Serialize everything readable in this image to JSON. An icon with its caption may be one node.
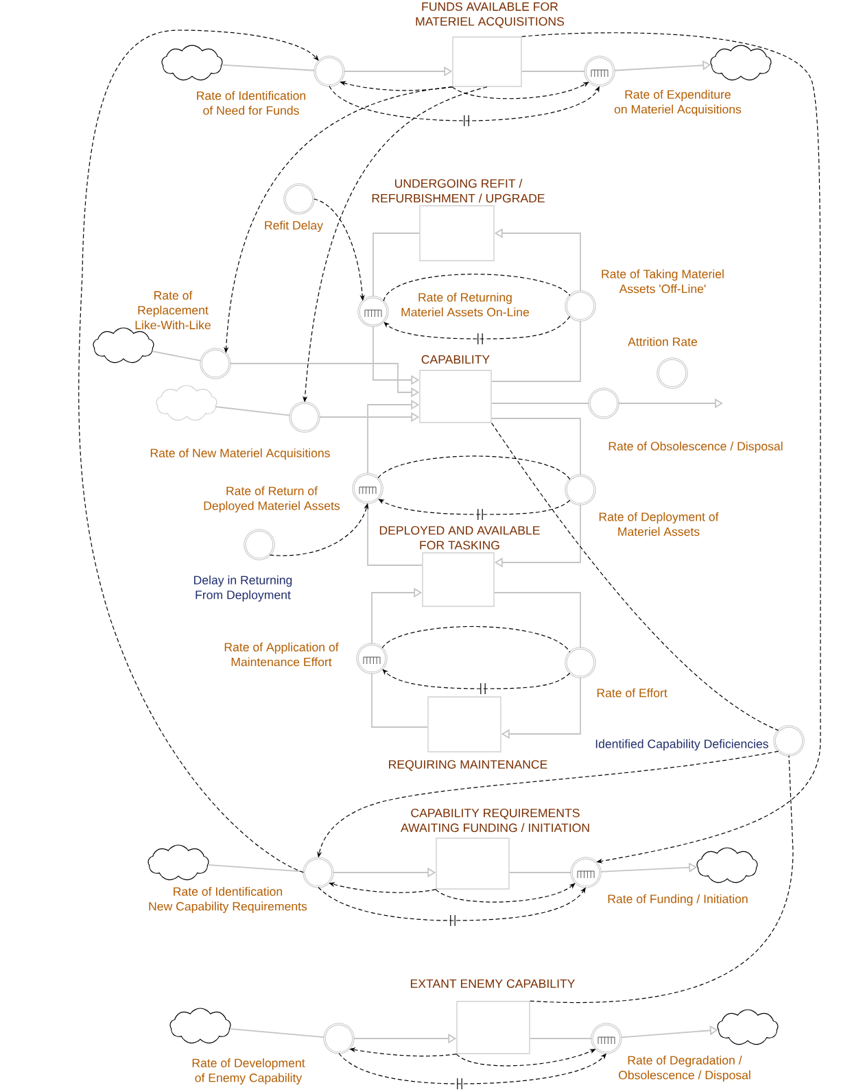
{
  "diagram": {
    "nodes": [
      {
        "text": [
          "FUNDS AVAILABLE FOR MATERIEL ACQUISITIONS"
        ]
      },
      {
        "text": [],
        "shape": "cloud"
      },
      {
        "text": [
          "Rate of Identification of Need for Funds"
        ]
      },
      {
        "text": [
          "Rate of Expenditure on Materiel Acquisitions"
        ]
      },
      {
        "text": [],
        "shape": "cloud"
      },
      {
        "text": [
          "Refit Delay"
        ]
      },
      {
        "text": [
          "UNDERGOING REFIT / REFURBISHMENT / UPGRADE"
        ]
      },
      {
        "text": [
          "Rate of Returning Materiel Assets On-Line"
        ]
      },
      {
        "text": [
          "Rate of Taking Materiel Assets 'Off-Line'"
        ]
      },
      {
        "text": [
          "Attrition Rate"
        ]
      },
      {
        "text": [
          "Rate of Replacement Like-With-Like"
        ]
      },
      {
        "text": [],
        "shape": "cloud"
      },
      {
        "text": [
          "CAPABILITY"
        ]
      },
      {
        "text": [],
        "shape": "cloud"
      },
      {
        "text": [
          "Rate of New Materiel Acquisitions"
        ]
      },
      {
        "text": [
          "Rate of Obsolescence / Disposal"
        ]
      },
      {
        "text": [
          "Rate of Return of Deployed Materiel Assets"
        ]
      },
      {
        "text": [
          "Rate of Deployment of Materiel Assets"
        ]
      },
      {
        "text": [
          "DEPLOYED AND AVAILABLE FOR TASKING"
        ]
      },
      {
        "text": [
          "Delay in Returning From Deployment"
        ]
      },
      {
        "text": [
          "Rate of Application of Maintenance Effort"
        ]
      },
      {
        "text": [
          "Rate of Effort"
        ]
      },
      {
        "text": [
          "REQUIRING MAINTENANCE"
        ]
      },
      {
        "text": [
          "Identified Capability Deficiencies"
        ]
      },
      {
        "text": [
          "CAPABILITY REQUIREMENTS AWAITING FUNDING / INITIATION"
        ]
      },
      {
        "text": [],
        "shape": "cloud"
      },
      {
        "text": [
          "Rate of Identification New Capability Requirements"
        ]
      },
      {
        "text": [
          "Rate of Funding / Initiation"
        ]
      },
      {
        "text": [],
        "shape": "cloud"
      },
      {
        "text": [
          "EXTANT ENEMY CAPABILITY"
        ]
      },
      {
        "text": [],
        "shape": "cloud"
      },
      {
        "text": [
          "Rate of Development of Enemy Capability"
        ]
      },
      {
        "text": [
          "Rate of Degradation / Obsolescence / Disposal"
        ]
      },
      {
        "text": [],
        "shape": "cloud"
      }
    ],
    "edges": [
      {
        "from": 1,
        "to": 2,
        "arrow": "none"
      },
      {
        "from": 2,
        "to": 0,
        "arrow": "to"
      },
      {
        "from": 0,
        "to": 3,
        "arrow": "none"
      },
      {
        "from": 3,
        "to": 4,
        "arrow": "to"
      },
      {
        "from": 12,
        "to": 8,
        "arrow": "none"
      },
      {
        "from": 8,
        "to": 6,
        "arrow": "to"
      },
      {
        "from": 6,
        "to": 7,
        "arrow": "none"
      },
      {
        "from": 7,
        "to": 12,
        "arrow": "to"
      },
      {
        "from": 11,
        "to": 10,
        "arrow": "none"
      },
      {
        "from": 10,
        "to": 12,
        "arrow": "to"
      },
      {
        "from": 13,
        "to": 14,
        "arrow": "none"
      },
      {
        "from": 14,
        "to": 12,
        "arrow": "to"
      },
      {
        "from": 12,
        "to": 15,
        "arrow": "none"
      },
      {
        "from": 15,
        "to": null,
        "arrow": "to"
      },
      {
        "from": 12,
        "to": 17,
        "arrow": "none"
      },
      {
        "from": 17,
        "to": 18,
        "arrow": "to"
      },
      {
        "from": 18,
        "to": 16,
        "arrow": "none"
      },
      {
        "from": 16,
        "to": 12,
        "arrow": "to"
      },
      {
        "from": 18,
        "to": 21,
        "arrow": "none"
      },
      {
        "from": 21,
        "to": 22,
        "arrow": "to"
      },
      {
        "from": 22,
        "to": 20,
        "arrow": "none"
      },
      {
        "from": 20,
        "to": 18,
        "arrow": "to"
      },
      {
        "from": 25,
        "to": 26,
        "arrow": "none"
      },
      {
        "from": 26,
        "to": 24,
        "arrow": "to"
      },
      {
        "from": 24,
        "to": 27,
        "arrow": "none"
      },
      {
        "from": 27,
        "to": 28,
        "arrow": "to"
      },
      {
        "from": 30,
        "to": 31,
        "arrow": "none"
      },
      {
        "from": 31,
        "to": 29,
        "arrow": "to"
      },
      {
        "from": 29,
        "to": 32,
        "arrow": "none"
      },
      {
        "from": 32,
        "to": 33,
        "arrow": "to"
      },
      {
        "from": 0,
        "to": 2,
        "arrow": "to",
        "style": "dashed",
        "color": "#000000"
      },
      {
        "from": 0,
        "to": 3,
        "arrow": "to",
        "style": "dashed",
        "color": "#000000"
      },
      {
        "from": 2,
        "to": 3,
        "arrow": "to",
        "style": "dashed",
        "color": "#000000"
      },
      {
        "from": 0,
        "to": 10,
        "arrow": "to",
        "style": "dashed",
        "color": "#000000"
      },
      {
        "from": 0,
        "to": 14,
        "arrow": "to",
        "style": "dashed",
        "color": "#000000"
      },
      {
        "from": 26,
        "to": 2,
        "arrow": "to",
        "style": "dashed",
        "color": "#000000"
      },
      {
        "from": 0,
        "to": 27,
        "arrow": "to",
        "style": "dashed",
        "color": "#000000"
      },
      {
        "from": 5,
        "to": 7,
        "arrow": "to",
        "style": "dashed",
        "color": "#000000"
      },
      {
        "from": 7,
        "to": 8,
        "arrow": "none",
        "style": "dashed",
        "color": "#000000"
      },
      {
        "from": 8,
        "to": 7,
        "arrow": "to",
        "style": "dashed",
        "color": "#000000"
      },
      {
        "from": 16,
        "to": 17,
        "arrow": "none",
        "style": "dashed",
        "color": "#000000"
      },
      {
        "from": 17,
        "to": 16,
        "arrow": "to",
        "style": "dashed",
        "color": "#000000"
      },
      {
        "from": 19,
        "to": 16,
        "arrow": "to",
        "style": "dashed",
        "color": "#000000"
      },
      {
        "from": 20,
        "to": 21,
        "arrow": "none",
        "style": "dashed",
        "color": "#000000"
      },
      {
        "from": 21,
        "to": 20,
        "arrow": "to",
        "style": "dashed",
        "color": "#000000"
      },
      {
        "from": 12,
        "to": 23,
        "arrow": "none",
        "style": "dashed",
        "color": "#000000"
      },
      {
        "from": 23,
        "to": 26,
        "arrow": "to",
        "style": "dashed",
        "color": "#000000"
      },
      {
        "from": 29,
        "to": 23,
        "arrow": "none",
        "style": "dashed",
        "color": "#000000"
      },
      {
        "from": 24,
        "to": 26,
        "arrow": "to",
        "style": "dashed",
        "color": "#000000"
      },
      {
        "from": 24,
        "to": 27,
        "arrow": "to",
        "style": "dashed",
        "color": "#000000"
      },
      {
        "from": 26,
        "to": 27,
        "arrow": "to",
        "style": "dashed",
        "color": "#000000"
      },
      {
        "from": 29,
        "to": 31,
        "arrow": "to",
        "style": "dashed",
        "color": "#000000"
      },
      {
        "from": 29,
        "to": 32,
        "arrow": "to",
        "style": "dashed",
        "color": "#000000"
      },
      {
        "from": 31,
        "to": 32,
        "arrow": "to",
        "style": "dashed",
        "color": "#000000"
      }
    ]
  }
}
